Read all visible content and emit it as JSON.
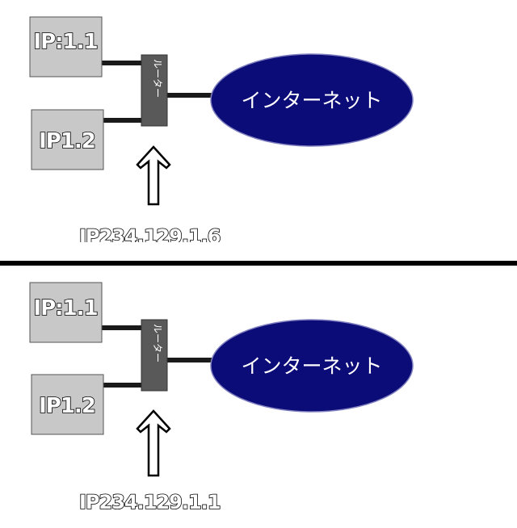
{
  "colors": {
    "host_fill": "#c8c8c8",
    "router_fill": "#595959",
    "internet_fill": "#0c0c78",
    "cable": "#1a1a1a"
  },
  "panels": [
    {
      "host1_label": "IP:1.1",
      "host2_label": "IP1.2",
      "router_label": "ルーター",
      "internet_label": "インターネット",
      "router_ip": "IP234.129.1.6"
    },
    {
      "host1_label": "IP:1.1",
      "host2_label": "IP1.2",
      "router_label": "ルーター",
      "internet_label": "インターネット",
      "router_ip": "IP234.129.1.1"
    }
  ]
}
